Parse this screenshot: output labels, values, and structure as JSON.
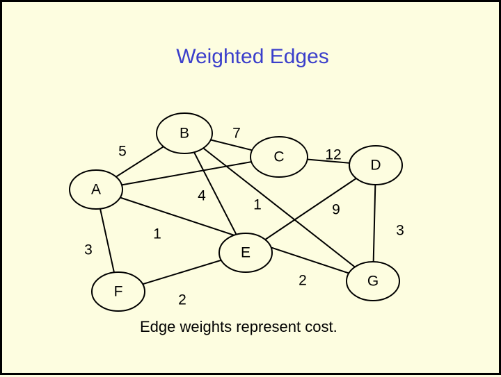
{
  "title": "Weighted Edges",
  "caption": "Edge weights represent cost.",
  "colors": {
    "background": "#fdfde0",
    "title": "#3b3fcb",
    "stroke": "#000000"
  },
  "nodes": [
    {
      "id": "A",
      "label": "A"
    },
    {
      "id": "B",
      "label": "B"
    },
    {
      "id": "C",
      "label": "C"
    },
    {
      "id": "D",
      "label": "D"
    },
    {
      "id": "E",
      "label": "E"
    },
    {
      "id": "F",
      "label": "F"
    },
    {
      "id": "G",
      "label": "G"
    }
  ],
  "edges": [
    {
      "from": "A",
      "to": "B",
      "weight": "5"
    },
    {
      "from": "B",
      "to": "C",
      "weight": "7"
    },
    {
      "from": "C",
      "to": "D",
      "weight": "12"
    },
    {
      "from": "A",
      "to": "C",
      "weight": "4"
    },
    {
      "from": "B",
      "to": "E",
      "weight": "1"
    },
    {
      "from": "E",
      "to": "D",
      "weight": "9"
    },
    {
      "from": "A",
      "to": "G",
      "weight": "1"
    },
    {
      "from": "A",
      "to": "F",
      "weight": "3"
    },
    {
      "from": "D",
      "to": "G",
      "weight": "3"
    },
    {
      "from": "E",
      "to": "F",
      "weight": "2"
    },
    {
      "from": "B",
      "to": "G",
      "weight": "2"
    }
  ]
}
